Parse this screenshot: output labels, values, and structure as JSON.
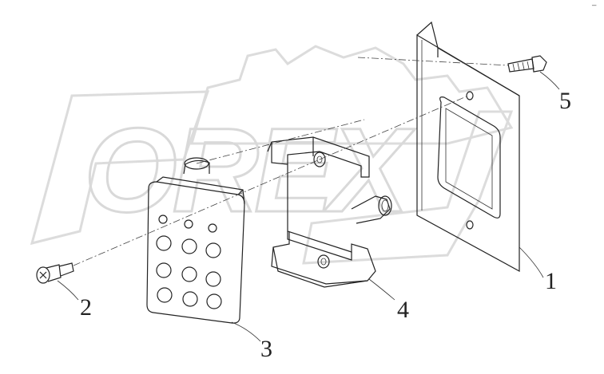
{
  "watermark": {
    "text": "OREX",
    "color": "#d9d9d9"
  },
  "parts": [
    {
      "id": "1",
      "label": "1",
      "description": "mounting bracket plate"
    },
    {
      "id": "2",
      "label": "2",
      "description": "screw"
    },
    {
      "id": "3",
      "label": "3",
      "description": "control pad"
    },
    {
      "id": "4",
      "label": "4",
      "description": "holder frame"
    },
    {
      "id": "5",
      "label": "5",
      "description": "bolt"
    }
  ],
  "corner_mark": "⁻"
}
